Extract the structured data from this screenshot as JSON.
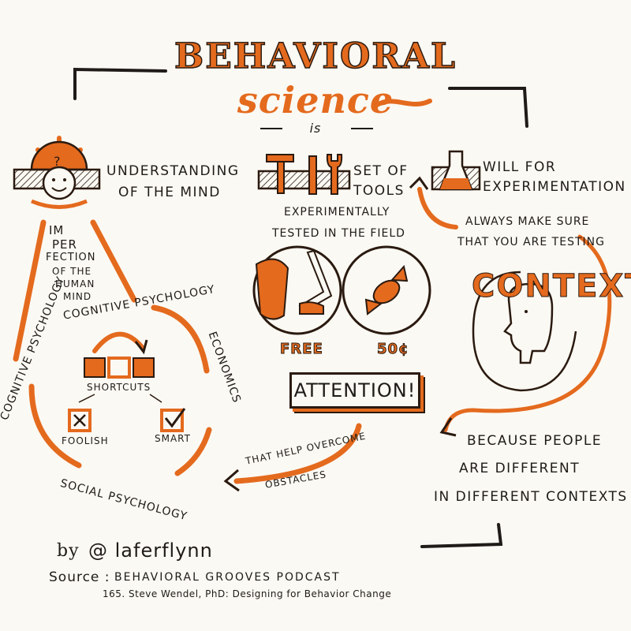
{
  "title": "BEHAVIORAL",
  "subtitle": "science",
  "is_word": "is",
  "sections": {
    "mind": {
      "heading": [
        "UNDERSTANDING",
        "OF THE MIND"
      ],
      "imperfection": [
        "IM",
        "PER",
        "FECTION",
        "OF THE",
        "HUMAN",
        "MIND"
      ],
      "triangle": {
        "left_side": "COGNITIVE PSYCHOLOGY",
        "top_arc": "COGNITIVE PSYCHOLOGY",
        "right_side": "ECONOMICS",
        "bottom_side": "SOCIAL PSYCHOLOGY"
      },
      "shortcuts": "SHORTCUTS",
      "foolish": "FOOLISH",
      "smart": "SMART"
    },
    "tools": {
      "heading": [
        "SET OF",
        "TOOLS"
      ],
      "tested": [
        "EXPERIMENTALLY",
        "TESTED IN THE FIELD"
      ],
      "free": "FREE",
      "price": "50¢",
      "attention": "ATTENTION!",
      "overcome": [
        "THAT HELP OVERCOME",
        "OBSTACLES"
      ]
    },
    "experimentation": {
      "heading": [
        "WILL FOR",
        "EXPERIMENTATION"
      ],
      "always": [
        "ALWAYS MAKE SURE",
        "THAT YOU ARE TESTING"
      ],
      "context_word": "CONTEXT",
      "because": [
        "BECAUSE PEOPLE",
        "ARE DIFFERENT",
        "IN DIFFERENT CONTEXTS"
      ]
    }
  },
  "credit": {
    "by": "by",
    "handle": "@ laferflynn",
    "source_label": "Source :",
    "source": "BEHAVIORAL GROOVES PODCAST",
    "episode": "165. Steve Wendel, PhD: Designing for Behavior Change"
  },
  "colors": {
    "accent": "#e46a1e",
    "ink": "#2a1a10",
    "paper": "#fbf9f3"
  }
}
